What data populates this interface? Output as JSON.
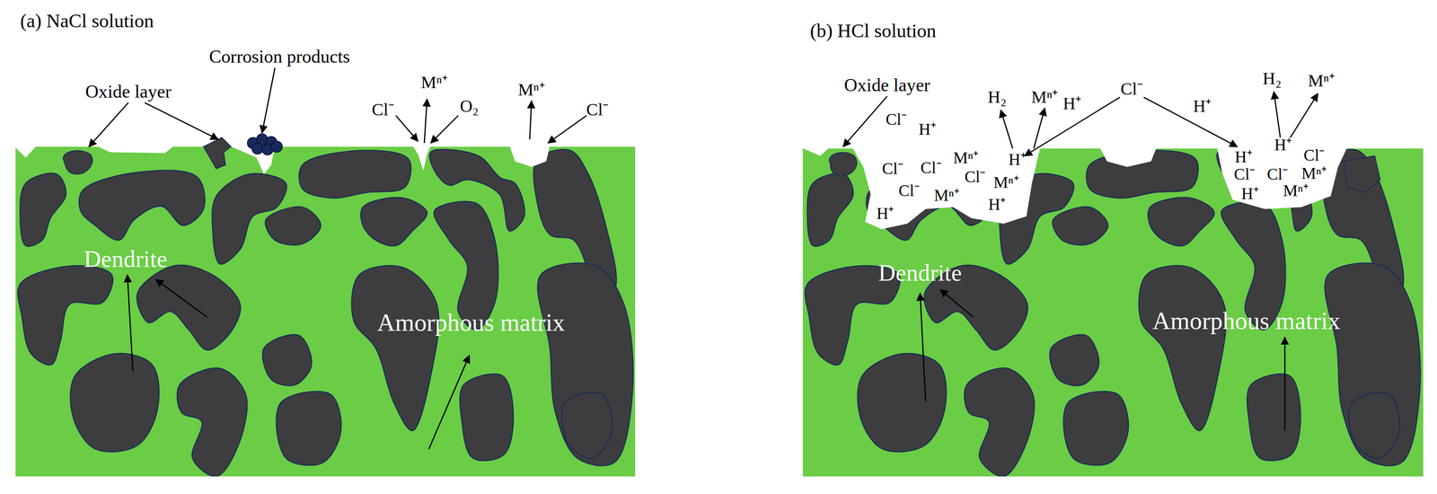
{
  "diagram": {
    "labels": [
      "(a) NaCl solution",
      "Oxide layer",
      "Corrosion products",
      "Cl⁻",
      "Mⁿ⁺",
      "O₂",
      "Mⁿ⁺",
      "Cl⁻",
      "Dendrite",
      "Amorphous matrix",
      "(b) HCl solution",
      "Oxide layer",
      "H₂",
      "Mⁿ⁺",
      "H⁺",
      "Cl⁻",
      "H⁺",
      "H₂",
      "Mⁿ⁺",
      "Cl⁻",
      "H⁺",
      "Cl⁻",
      "Cl⁻",
      "Mⁿ⁺",
      "H⁺",
      "Cl⁻",
      "Mⁿ⁺",
      "Cl⁻",
      "Mⁿ⁺",
      "H⁺",
      "H⁺",
      "H⁺",
      "H⁺",
      "Cl⁻",
      "Cl⁻",
      "Cl⁻",
      "Mⁿ⁺",
      "H⁺",
      "Mⁿ⁺",
      "Dendrite",
      "Amorphous matrix"
    ]
  }
}
